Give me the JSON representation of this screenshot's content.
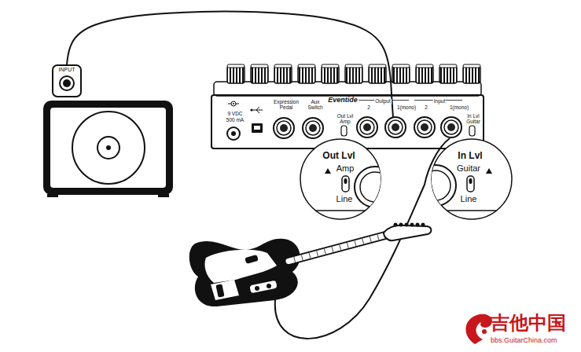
{
  "diagram": {
    "nodes": [
      {
        "text": [
          "INPUT"
        ]
      },
      {
        "text": [
          "9 VDC",
          "500 mA",
          "Expression Pedal",
          "Aux Switch",
          "Eventide",
          "Output",
          "2",
          "1(mono)",
          "Out Lvl",
          "Amp",
          "Input",
          "2",
          "1(mono)",
          "In Lvl",
          "Guitar"
        ]
      },
      {
        "text": [
          "Out Lvl",
          "Amp",
          "Line"
        ]
      },
      {
        "text": [
          "In Lvl",
          "Guitar",
          "Line"
        ]
      }
    ],
    "edges": [
      {
        "from": 1,
        "to": 0,
        "arrow": "none"
      }
    ],
    "labels": [
      "吉他中国",
      "bbs.GuitarChina.com"
    ]
  }
}
